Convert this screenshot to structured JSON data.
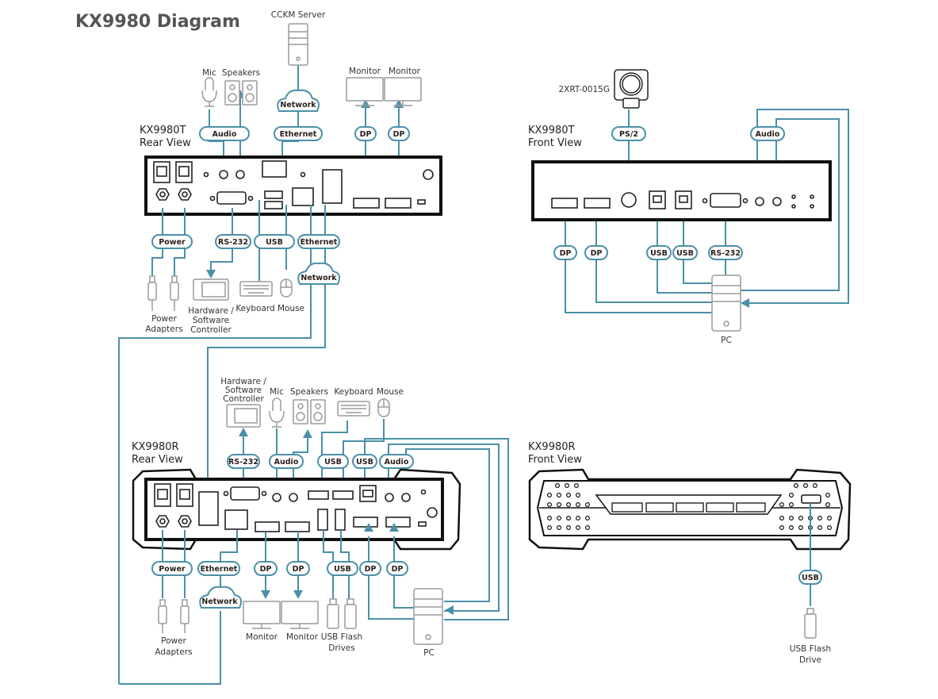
{
  "title": "KX9980 Diagram",
  "colors": {
    "wire": "#4a90a8",
    "device_outline": "#9a9a9a",
    "unit_outline": "#111111",
    "title": "#555555"
  },
  "sections": {
    "t_rear": {
      "name": "KX9980T",
      "view": "Rear View"
    },
    "t_front": {
      "name": "KX9980T",
      "view": "Front View"
    },
    "r_rear": {
      "name": "KX9980R",
      "view": "Rear View"
    },
    "r_front": {
      "name": "KX9980R",
      "view": "Front View"
    }
  },
  "devices": {
    "cckm_server": "CCKM Server",
    "mic": "Mic",
    "speakers": "Speakers",
    "monitor": "Monitor",
    "power_adapters_1": "Power",
    "power_adapters_2": "Adapters",
    "hw_sw_1": "Hardware /",
    "hw_sw_2": "Software",
    "hw_sw_3": "Controller",
    "keyboard": "Keyboard",
    "mouse": "Mouse",
    "ps2_device": "2XRT-0015G",
    "pc": "PC",
    "usb_flash_drives_1": "USB Flash",
    "usb_flash_drives_2": "Drives",
    "usb_flash_drive_1": "USB Flash",
    "usb_flash_drive_2": "Drive"
  },
  "labels": {
    "audio": "Audio",
    "network": "Network",
    "ethernet": "Ethernet",
    "dp": "DP",
    "power": "Power",
    "rs232": "RS-232",
    "usb": "USB",
    "ps2": "PS/2"
  }
}
